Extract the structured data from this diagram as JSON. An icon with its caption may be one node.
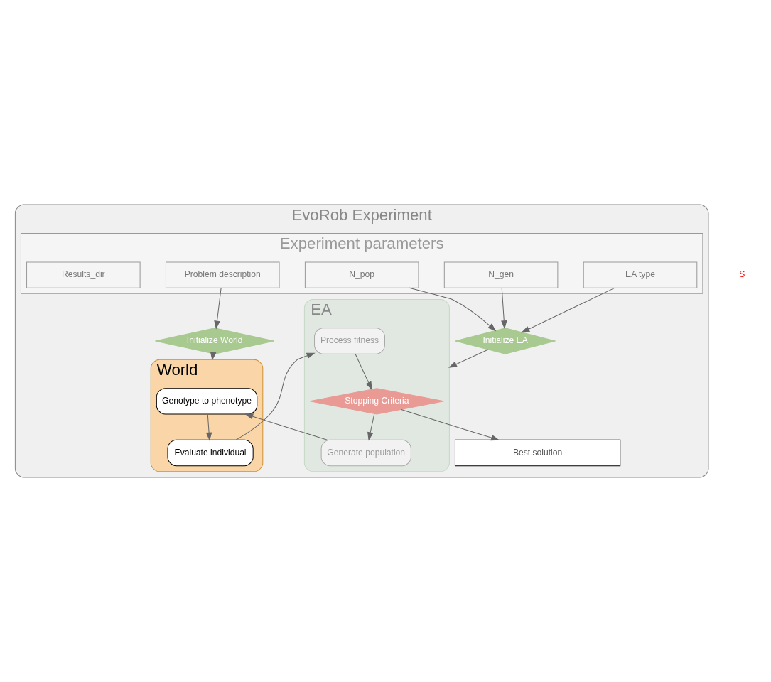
{
  "diagram": {
    "nodes": [
      {
        "text": [
          "EvoRob Experiment"
        ]
      },
      {
        "text": [
          "Experiment parameters"
        ],
        "in": 0
      },
      {
        "text": [
          "Problem description"
        ],
        "in": 1
      },
      {
        "text": [
          "EA type"
        ],
        "in": 1
      },
      {
        "text": [
          "N_gen"
        ],
        "in": 1
      },
      {
        "text": [
          "N_pop"
        ],
        "in": 1
      },
      {
        "text": [
          "Results_dir"
        ],
        "in": 1
      },
      {
        "text": [
          "Initialize EA"
        ],
        "in": 0
      },
      {
        "text": [
          "Initialize World"
        ],
        "in": 0
      },
      {
        "text": [
          "EA"
        ],
        "in": 0
      },
      {
        "text": [
          "Stopping Criteria"
        ],
        "in": 9
      },
      {
        "text": [
          "Generate population"
        ],
        "in": 9
      },
      {
        "text": [
          "Process fitness"
        ],
        "in": 9
      },
      {
        "text": [
          "World"
        ],
        "in": 0
      },
      {
        "text": [
          "Genotype to phenotype"
        ],
        "in": 13
      },
      {
        "text": [
          "Evaluate individual"
        ],
        "in": 13
      },
      {
        "text": [
          "Best solution"
        ],
        "in": 0
      }
    ],
    "edges": [
      {
        "from": 2,
        "to": 8,
        "arrow": "to"
      },
      {
        "from": 3,
        "to": 7,
        "arrow": "to"
      },
      {
        "from": 4,
        "to": 7,
        "arrow": "to"
      },
      {
        "from": 5,
        "to": 7,
        "arrow": "to"
      },
      {
        "from": 7,
        "to": 9,
        "arrow": "to"
      },
      {
        "from": 8,
        "to": 13,
        "arrow": "to"
      },
      {
        "from": 10,
        "to": 11,
        "arrow": "to"
      },
      {
        "from": 11,
        "to": 14,
        "arrow": "to"
      },
      {
        "from": 14,
        "to": 15,
        "arrow": "to"
      },
      {
        "from": 15,
        "to": 12,
        "arrow": "to"
      },
      {
        "from": 12,
        "to": 10,
        "arrow": "to"
      },
      {
        "from": 10,
        "to": 16,
        "arrow": "to"
      }
    ],
    "labels": [
      "S"
    ]
  }
}
